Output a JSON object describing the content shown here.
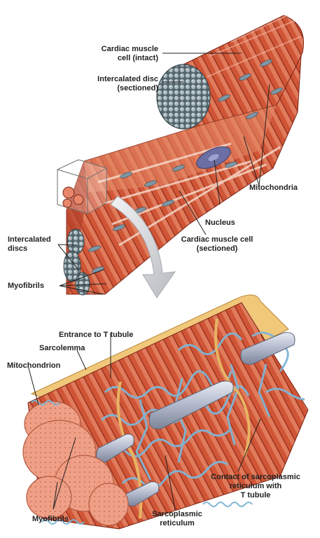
{
  "labels": {
    "cardiac_muscle_cell_intact_1": "Cardiac muscle",
    "cardiac_muscle_cell_intact_2": "cell (intact)",
    "intercalated_disc_sectioned_1": "Intercalated disc",
    "intercalated_disc_sectioned_2": "(sectioned)",
    "mitochondria": "Mitochondria",
    "nucleus": "Nucleus",
    "intercalated_discs_1": "Intercalated",
    "intercalated_discs_2": "discs",
    "cardiac_muscle_cell_sectioned_1": "Cardiac muscle cell",
    "cardiac_muscle_cell_sectioned_2": "(sectioned)",
    "myofibrils_top": "Myofibrils",
    "entrance_t_tubule": "Entrance to T tubule",
    "sarcolemma": "Sarcolemma",
    "mitochondrion": "Mitochondrion",
    "contact_sr_1": "Contact of sarcoplasmic",
    "contact_sr_2": "reticulum with",
    "contact_sr_3": "T tubule",
    "sarcoplasmic_reticulum_1": "Sarcoplasmic",
    "sarcoplasmic_reticulum_2": "reticulum",
    "myofibrils_bottom": "Myofibrils"
  },
  "colors": {
    "muscle_red": "#c9472e",
    "muscle_light": "#e98a6e",
    "muscle_stripe": "#8f2d1d",
    "disc_grey": "#7f949c",
    "reticulum_blue": "#7fb5d6",
    "tubule_grey": "#b8bfd0",
    "sarcolemma_yellow": "#f1c77a",
    "myofibril_pink": "#f0a288",
    "arrow_grey": "#d7d9dc"
  },
  "icons": {
    "transition_arrow": "curved-down-arrow-icon"
  }
}
